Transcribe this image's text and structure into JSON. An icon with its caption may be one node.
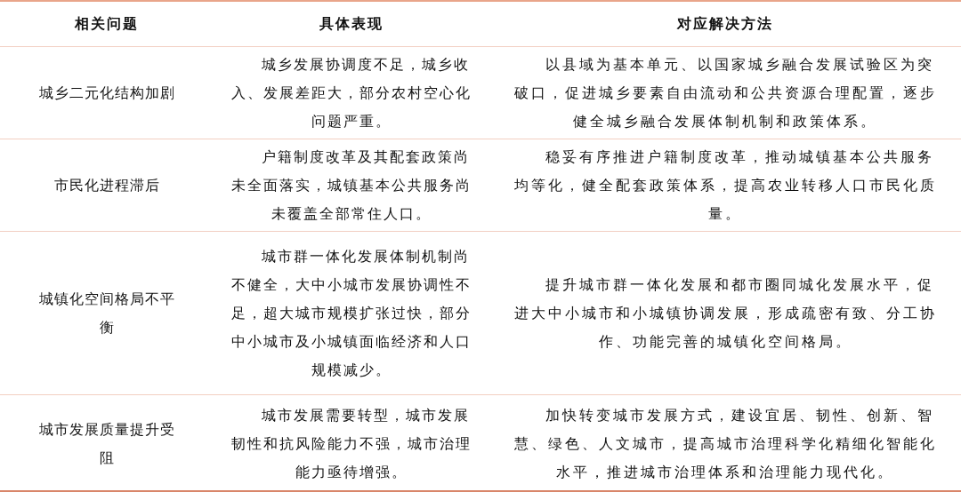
{
  "diagram": {
    "labels": [
      "相关问题",
      "具体表现",
      "对应解决方法",
      "城乡二元化结构加剧",
      "城乡发展协调度不足，城乡收入、发展差距大，部分农村空心化问题严重。",
      "以县域为基本单元、以国家城乡融合发展试验区为突破口，促进城乡要素自由流动和公共资源合理配置，逐步健全城乡融合发展体制机制和政策体系。",
      "市民化进程滞后",
      "户籍制度改革及其配套政策尚未全面落实，城镇基本公共服务尚未覆盖全部常住人口。",
      "稳妥有序推进户籍制度改革，推动城镇基本公共服务均等化，健全配套政策体系，提高农业转移人口市民化质量。",
      "城镇化空间格局不平衡",
      "城市群一体化发展体制机制尚不健全，大中小城市发展协调性不足，超大城市规模扩张过快，部分中小城市及小城镇面临经济和人口规模减少。",
      "提升城市群一体化发展和都市圈同城化发展水平，促进大中小城市和小城镇协调发展，形成疏密有致、分工协作、功能完善的城镇化空间格局。",
      "城市发展质量提升受阻",
      "城市发展需要转型，城市发展韧性和抗风险能力不强，城市治理能力亟待增强。",
      "加快转变城市发展方式，建设宜居、韧性、创新、智慧、绿色、人文城市，提高城市治理科学化精细化智能化水平，推进城市治理体系和治理能力现代化。"
    ]
  }
}
